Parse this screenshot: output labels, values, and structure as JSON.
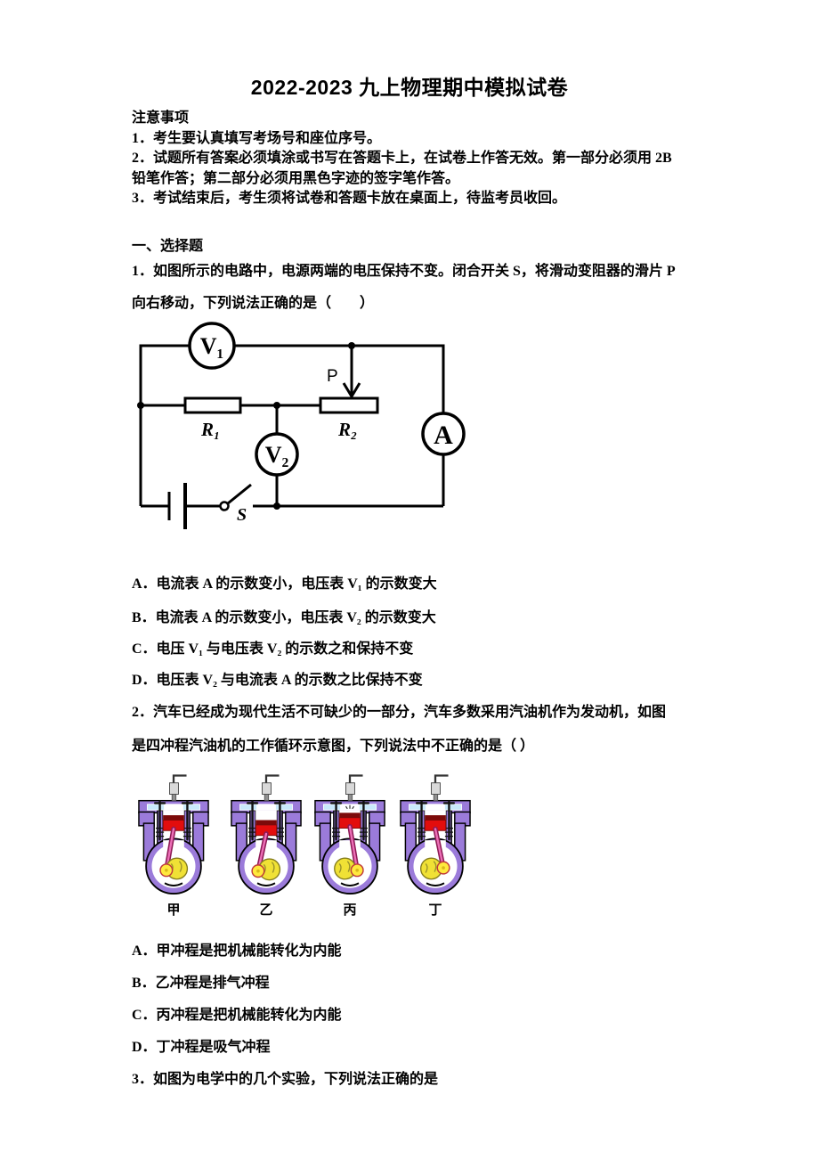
{
  "page_title": "2022-2023 九上物理期中模拟试卷",
  "notes": {
    "heading": "注意事项",
    "lines": [
      "1．考生要认真填写考场号和座位序号。",
      "2．试题所有答案必须填涂或书写在答题卡上，在试卷上作答无效。第一部分必须用 2B",
      "铅笔作答；第二部分必须用黑色字迹的签字笔作答。",
      "3．考试结束后，考生须将试卷和答题卡放在桌面上，待监考员收回。"
    ]
  },
  "section": {
    "heading": "一、选择题"
  },
  "q1": {
    "lines": [
      "1．如图所示的电路中，电源两端的电压保持不变。闭合开关 S，将滑动变阻器的滑片 P",
      "向右移动，下列说法正确的是（　　）"
    ],
    "circuit": {
      "v1": "V₁",
      "v2": "V₂",
      "ammeter": "A",
      "r1": "R₁",
      "r2": "R₂",
      "slider": "P",
      "switch": "S"
    },
    "options": [
      "A．电流表 A 的示数变小，电压表 V₁ 的示数变大",
      "B．电流表 A 的示数变小，电压表 V₂ 的示数变大",
      "C．电压 V₁ 与电压表 V₂ 的示数之和保持不变",
      "D．电压表 V₂ 与电流表 A 的示数之比保持不变"
    ]
  },
  "q2": {
    "lines": [
      "2．汽车已经成为现代生活不可缺少的一部分，汽车多数采用汽油机作为发动机，如图",
      "是四冲程汽油机的工作循环示意图，下列说法中不正确的是（ ）"
    ],
    "figure_labels": [
      "甲",
      "乙",
      "丙",
      "丁"
    ],
    "options": [
      "A．甲冲程是把机械能转化为内能",
      "B．乙冲程是排气冲程",
      "C．丙冲程是把机械能转化为内能",
      "D．丁冲程是吸气冲程"
    ]
  },
  "q3": {
    "line": "3．如图为电学中的几个实验，下列说法正确的是"
  }
}
